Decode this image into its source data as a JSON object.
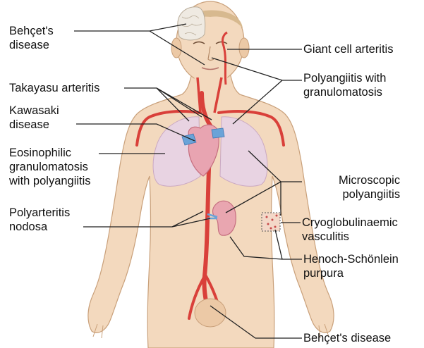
{
  "labels": {
    "behcet_head": [
      "Behçet's",
      "disease"
    ],
    "giant_cell": [
      "Giant cell arteritis"
    ],
    "gpa": [
      "Polyangiitis with",
      "granulomatosis"
    ],
    "takayasu": [
      "Takayasu arteritis"
    ],
    "kawasaki": [
      "Kawasaki",
      "disease"
    ],
    "egpa": [
      "Eosinophilic",
      "granulomatosis",
      "with polyangiitis"
    ],
    "microscopic": [
      "Microscopic",
      "polyangiitis"
    ],
    "pan": [
      "Polyarteritis",
      "nodosa"
    ],
    "cryo": [
      "Cryoglobulinaemic",
      "vasculitis"
    ],
    "hsp": [
      "Henoch-Schönlein",
      "purpura"
    ],
    "behcet_genital": [
      "Behçet's disease"
    ]
  },
  "colors": {
    "skin": "#f3d9be",
    "skin_shadow": "#dcb896",
    "artery": "#d9403a",
    "lung": "#e6cfe0",
    "heart": "#e9a3b0",
    "vein": "#6aa3d8",
    "hair": "#c9a57a",
    "line": "#222222"
  }
}
